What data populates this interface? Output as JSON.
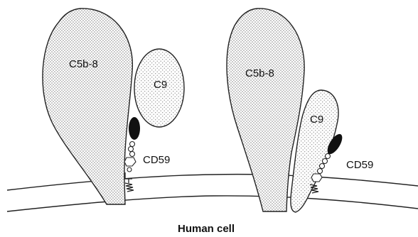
{
  "labels": {
    "c5b8_left": "C5b-8",
    "c9_left": "C9",
    "cd59_left": "CD59",
    "c5b8_right": "C5b-8",
    "c9_right": "C9",
    "cd59_right": "CD59",
    "membrane": "Human cell"
  },
  "colors": {
    "outline": "#222222",
    "stipple": "#8a8a8a",
    "cd59_head": "#111111",
    "background": "#ffffff"
  }
}
